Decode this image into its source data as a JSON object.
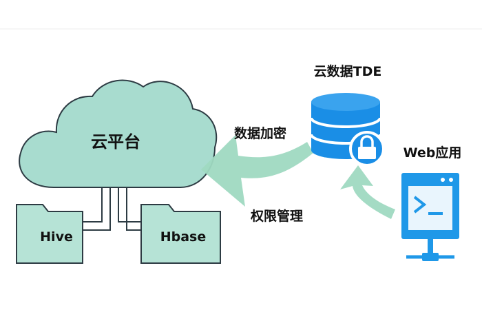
{
  "labels": {
    "cloud_platform": "云平台",
    "folder_hive": "Hive",
    "folder_hbase": "Hbase",
    "cloud_data_tde": "云数据TDE",
    "data_encryption": "数据加密",
    "permission_management": "权限管理",
    "web_app": "Web应用",
    "terminal_prompt": ">_"
  },
  "colors": {
    "cloud_fill": "#a8dccf",
    "folder_fill": "#b6e3d6",
    "outline": "#2d3b43",
    "arrow_green": "#9fd9c1",
    "database_blue": "#1a8ee6",
    "lock_blue": "#1a8ee6",
    "monitor_blue": "#1f98e8",
    "screen_fill": "#e9f5fd"
  },
  "icons": [
    "cloud-icon",
    "folder-icon",
    "database-icon",
    "lock-icon",
    "monitor-icon",
    "network-icon"
  ]
}
